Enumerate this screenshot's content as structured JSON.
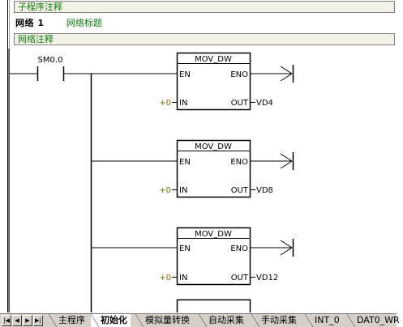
{
  "subroutine_comment": "子程序注释",
  "network": {
    "label": "网络 1",
    "title": "网络标题",
    "comment": "网络注释"
  },
  "contact": {
    "address": "SM0.0"
  },
  "boxes": [
    {
      "name": "MOV_DW",
      "en": "EN",
      "eno": "ENO",
      "in_label": "IN",
      "out_label": "OUT",
      "in_value": "+0",
      "out_value": "VD4"
    },
    {
      "name": "MOV_DW",
      "en": "EN",
      "eno": "ENO",
      "in_label": "IN",
      "out_label": "OUT",
      "in_value": "+0",
      "out_value": "VD8"
    },
    {
      "name": "MOV_DW",
      "en": "EN",
      "eno": "ENO",
      "in_label": "IN",
      "out_label": "OUT",
      "in_value": "+0",
      "out_value": "VD12"
    }
  ],
  "tabs": [
    {
      "label": "主程序",
      "active": false
    },
    {
      "label": "初始化",
      "active": true
    },
    {
      "label": "模拟量转换",
      "active": false
    },
    {
      "label": "自动采集",
      "active": false
    },
    {
      "label": "手动采集",
      "active": false
    },
    {
      "label": "INT_0",
      "active": false
    },
    {
      "label": "DAT0_WR",
      "active": false
    }
  ],
  "nav_icons": [
    "first-icon",
    "prev-icon",
    "next-icon",
    "last-icon"
  ],
  "colors": {
    "comment_text": "#127c12",
    "comment_bg": "#f2f2e6",
    "tabbar_bg": "#d4d0c8",
    "in_value_color": "#7a6a00"
  }
}
